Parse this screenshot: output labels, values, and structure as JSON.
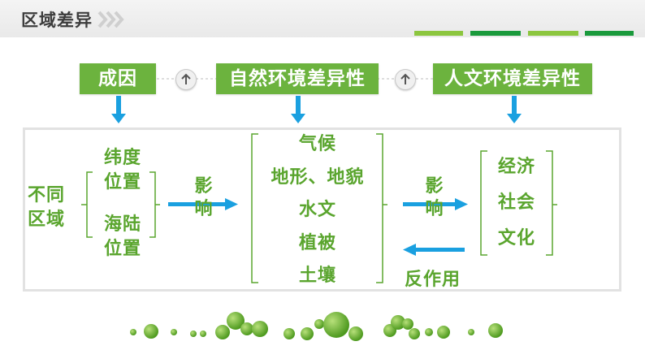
{
  "header": {
    "title": "区域差异"
  },
  "top_boxes": {
    "cause": "成因",
    "natural": "自然环境差异性",
    "human": "人文环境差异性"
  },
  "left": {
    "region": "不同\n区域",
    "factors": [
      "纬度\n位置",
      "海陆\n位置"
    ]
  },
  "arrows": {
    "influence1": "影\n响",
    "influence2": "影\n响",
    "reaction": "反作用"
  },
  "natural_factors": [
    "气候",
    "地形、地貌",
    "水文",
    "植被",
    "土壤"
  ],
  "human_factors": [
    "经济",
    "社会",
    "文化"
  ],
  "colors": {
    "green": "#6cb33e",
    "text_green": "#5aa52e",
    "dark_green": "#1a9a3c",
    "blue_arrow": "#1aa0e0",
    "header_gray": "#3c3c3c"
  }
}
